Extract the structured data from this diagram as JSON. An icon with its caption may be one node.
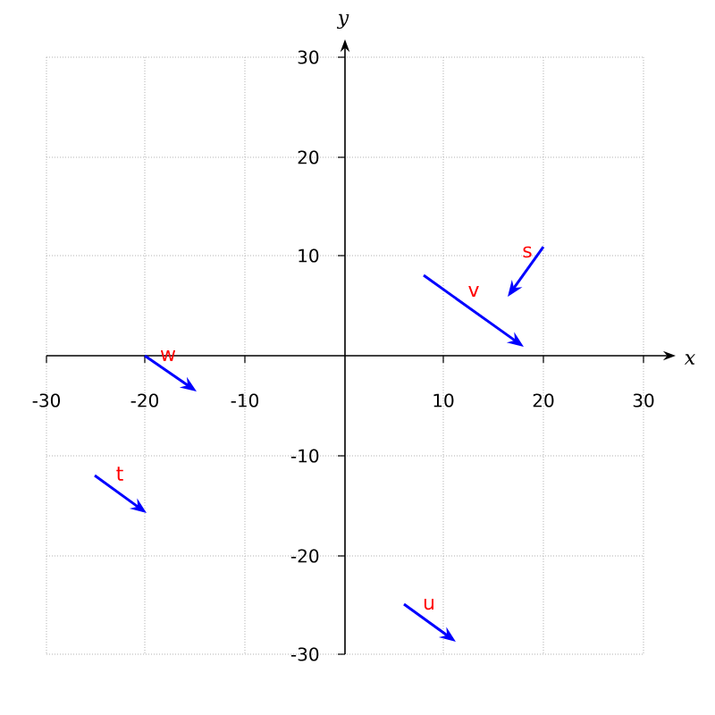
{
  "diagram": {
    "labels": [
      "y",
      "30",
      "20",
      "s",
      "10",
      "v",
      "x",
      "w",
      "-30",
      "-20",
      "-10",
      "10",
      "20",
      "30",
      "-10",
      "t",
      "-20",
      "u",
      "-30"
    ]
  }
}
